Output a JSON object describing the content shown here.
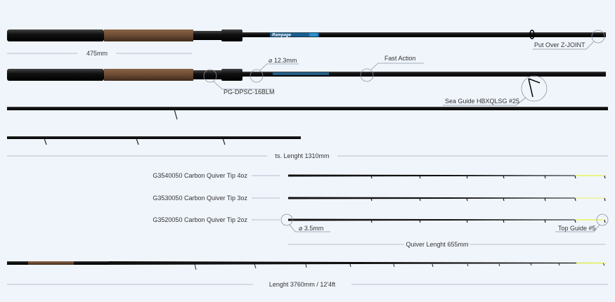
{
  "rod_sections": {
    "butt_1": {
      "brand_decal": "Rampage",
      "callout": "Put Over Z-JOINT"
    },
    "handle_length": "475mm",
    "butt_2": {
      "diameter": "⌀ 12.3mm",
      "action": "Fast Action",
      "reel_seat": "PG-DPSC-16BLM",
      "guide": "Sea Guide HBXQLSG #25"
    },
    "transport_length": "ts. Lenght 1310mm"
  },
  "quiver_tips": [
    {
      "label": "G3540050 Carbon Quiver Tip 4oz"
    },
    {
      "label": "G3530050 Carbon Quiver Tip 3oz"
    },
    {
      "label": "G3520050 Carbon Quiver Tip 2oz"
    }
  ],
  "quiver_callouts": {
    "diameter": "⌀ 3.5mm",
    "top_guide": "Top Guide #5",
    "length": "Quiver Lenght 655mm"
  },
  "total_length": "Lenght 3760mm / 12'4ft",
  "colors": {
    "background": "#f0f5fc",
    "cork": "#6b4a32",
    "blank": "#111111",
    "tip_highlight": "#e6f55a",
    "decal": "#2a8fd0"
  }
}
